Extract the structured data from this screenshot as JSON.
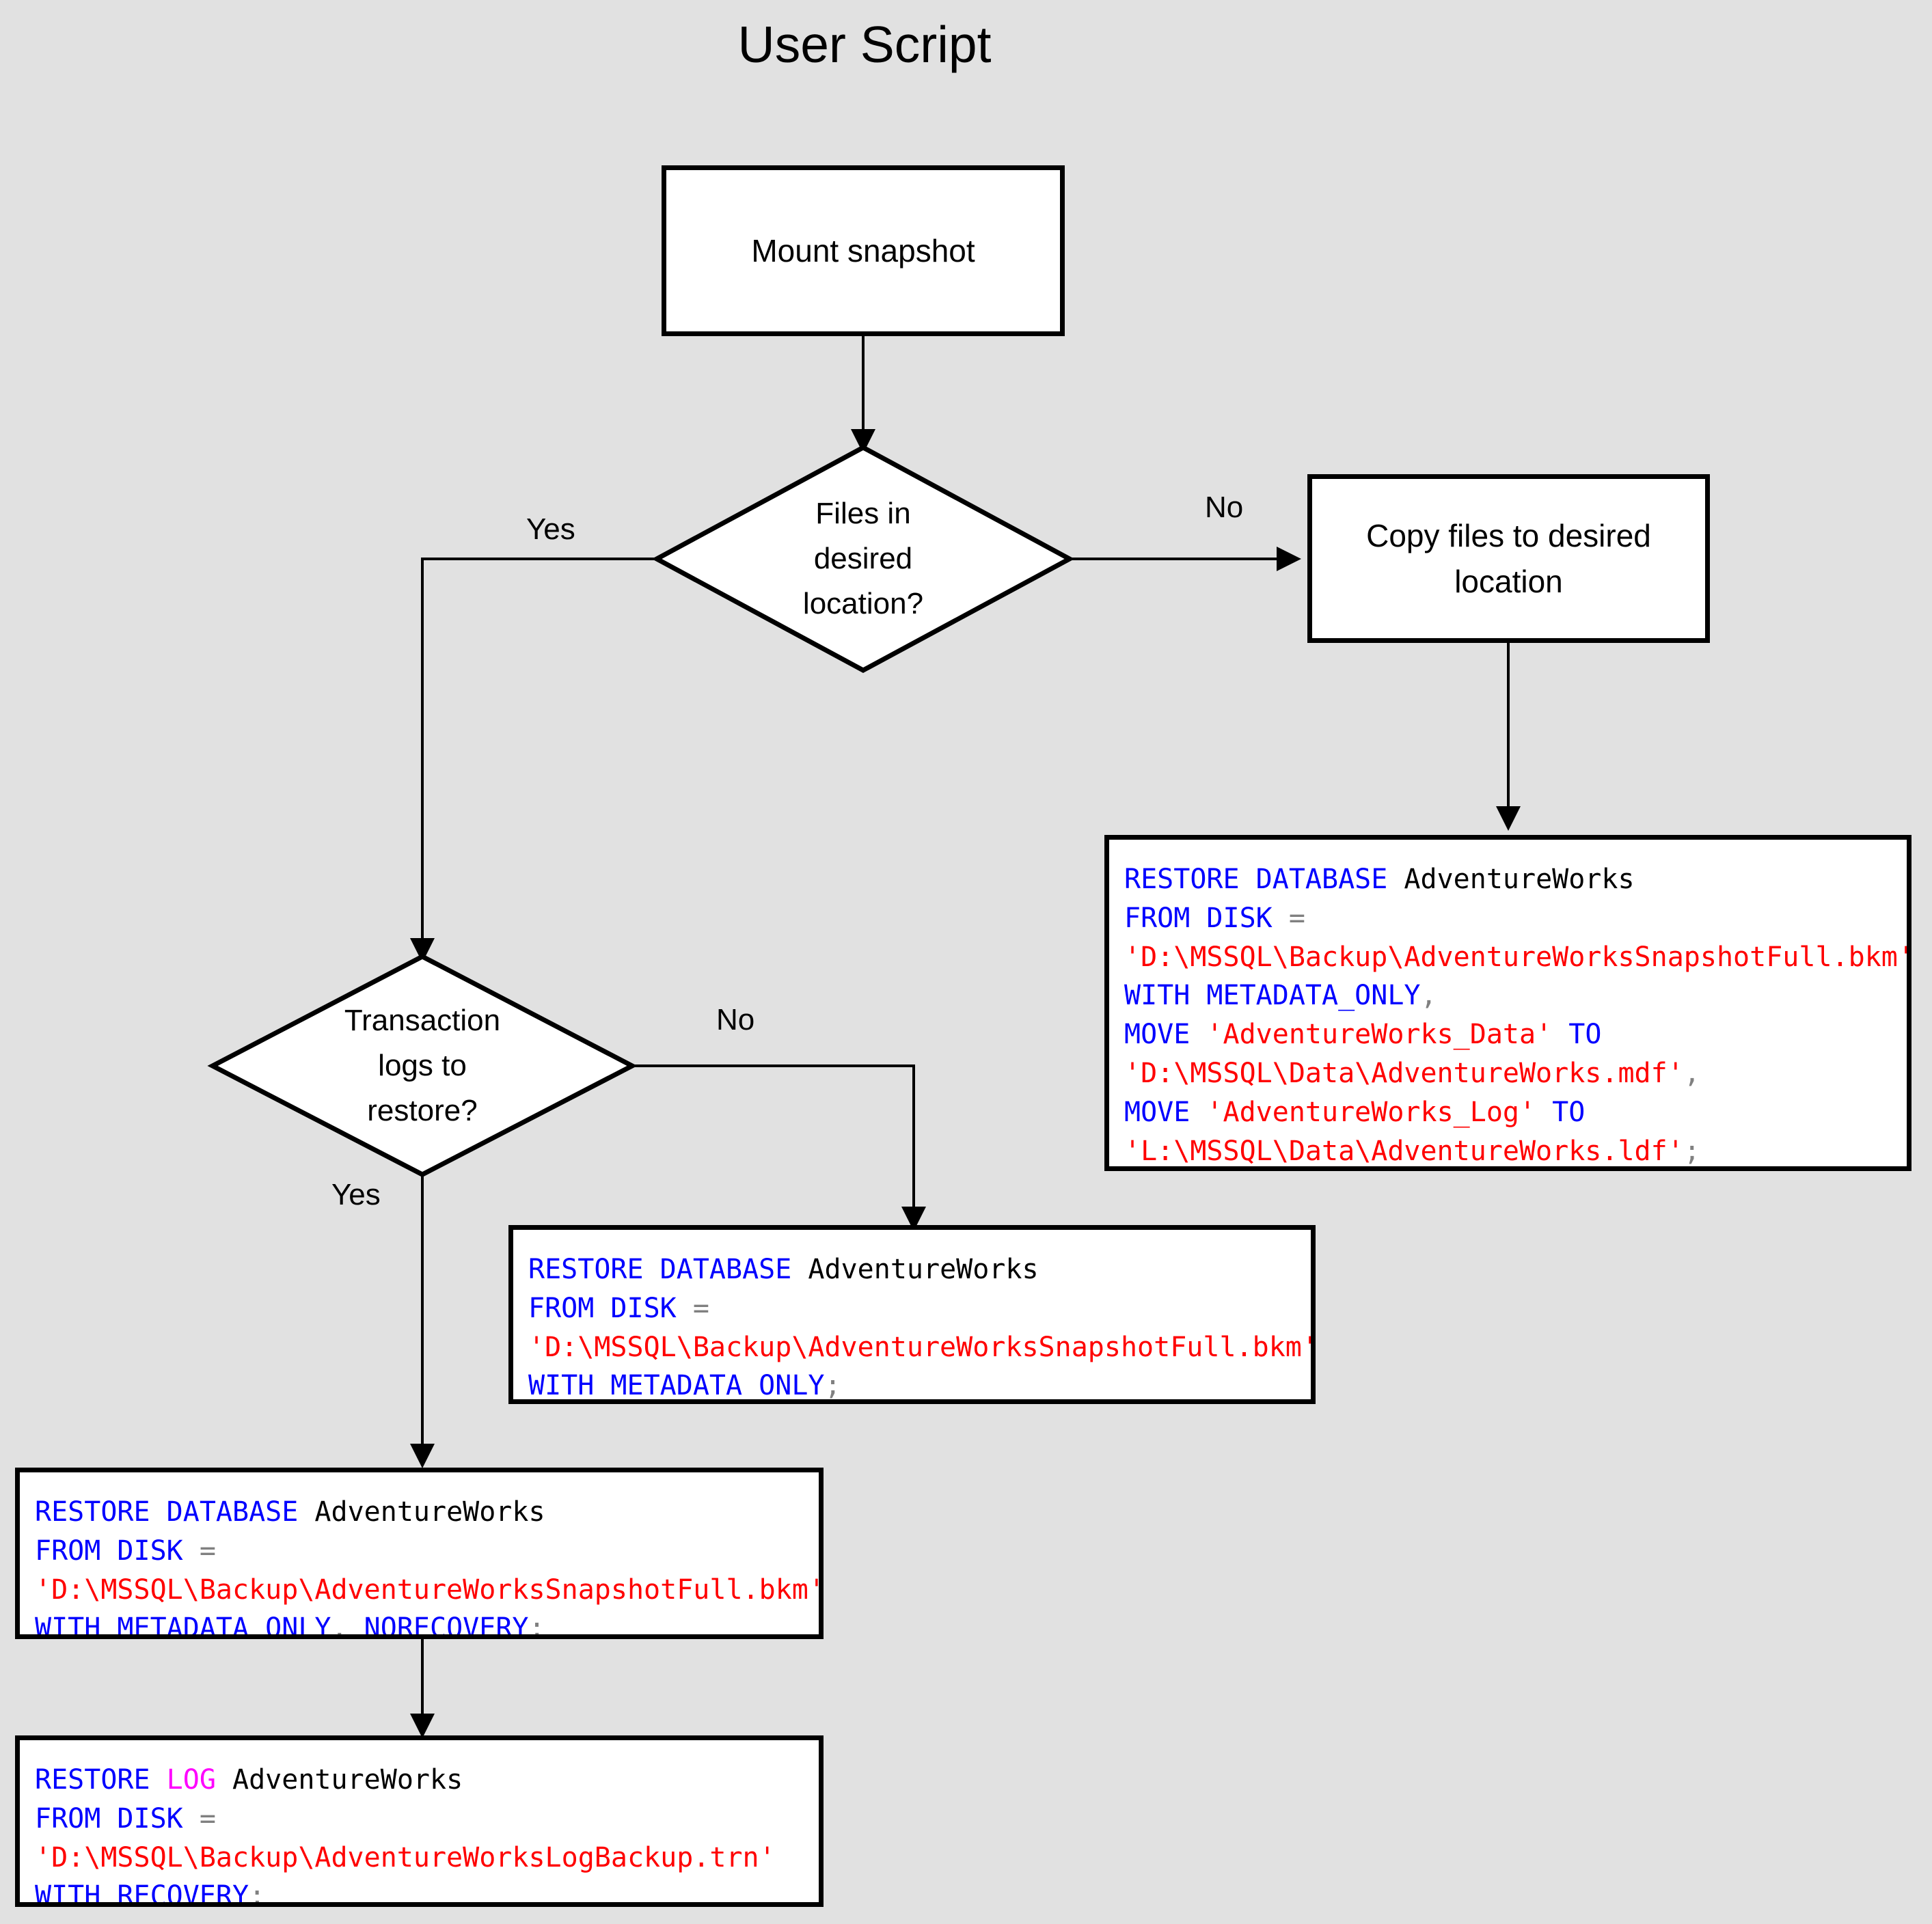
{
  "title": "User Script",
  "nodes": {
    "mount_snapshot": {
      "label": "Mount snapshot"
    },
    "files_in_desired_location": {
      "label": "Files in\ndesired\nlocation?"
    },
    "copy_files": {
      "label": "Copy files to desired\nlocation"
    },
    "transaction_logs": {
      "label": "Transaction\nlogs to\nrestore?"
    }
  },
  "edge_labels": {
    "files_yes": "Yes",
    "files_no": "No",
    "logs_no": "No",
    "logs_yes": "Yes"
  },
  "code_blocks": {
    "restore_with_move": {
      "lines": [
        [
          {
            "t": "RESTORE DATABASE ",
            "c": "kw"
          },
          {
            "t": "AdventureWorks",
            "c": "id"
          }
        ],
        [
          {
            "t": "FROM DISK ",
            "c": "kw"
          },
          {
            "t": "=",
            "c": "pun"
          }
        ],
        [
          {
            "t": "'D:\\MSSQL\\Backup\\AdventureWorksSnapshotFull.bkm'",
            "c": "str"
          }
        ],
        [
          {
            "t": "WITH METADATA_ONLY",
            "c": "kw"
          },
          {
            "t": ",",
            "c": "pun"
          }
        ],
        [
          {
            "t": "MOVE ",
            "c": "kw"
          },
          {
            "t": "'AdventureWorks_Data'",
            "c": "str"
          },
          {
            "t": " TO",
            "c": "kw"
          }
        ],
        [
          {
            "t": "'D:\\MSSQL\\Data\\AdventureWorks.mdf'",
            "c": "str"
          },
          {
            "t": ",",
            "c": "pun"
          }
        ],
        [
          {
            "t": "MOVE ",
            "c": "kw"
          },
          {
            "t": "'AdventureWorks_Log'",
            "c": "str"
          },
          {
            "t": " TO",
            "c": "kw"
          }
        ],
        [
          {
            "t": "'L:\\MSSQL\\Data\\AdventureWorks.ldf'",
            "c": "str"
          },
          {
            "t": ";",
            "c": "pun"
          }
        ]
      ]
    },
    "restore_metadata_only": {
      "lines": [
        [
          {
            "t": "RESTORE DATABASE ",
            "c": "kw"
          },
          {
            "t": "AdventureWorks",
            "c": "id"
          }
        ],
        [
          {
            "t": "FROM DISK ",
            "c": "kw"
          },
          {
            "t": "=",
            "c": "pun"
          }
        ],
        [
          {
            "t": "'D:\\MSSQL\\Backup\\AdventureWorksSnapshotFull.bkm'",
            "c": "str"
          }
        ],
        [
          {
            "t": "WITH METADATA_ONLY",
            "c": "kw"
          },
          {
            "t": ";",
            "c": "pun"
          }
        ]
      ]
    },
    "restore_norecovery": {
      "lines": [
        [
          {
            "t": "RESTORE DATABASE ",
            "c": "kw"
          },
          {
            "t": "AdventureWorks",
            "c": "id"
          }
        ],
        [
          {
            "t": "FROM DISK ",
            "c": "kw"
          },
          {
            "t": "=",
            "c": "pun"
          }
        ],
        [
          {
            "t": "'D:\\MSSQL\\Backup\\AdventureWorksSnapshotFull.bkm'",
            "c": "str"
          }
        ],
        [
          {
            "t": "WITH METADATA_ONLY",
            "c": "kw"
          },
          {
            "t": ",",
            "c": "pun"
          },
          {
            "t": " NORECOVERY",
            "c": "kw"
          },
          {
            "t": ";",
            "c": "pun"
          }
        ]
      ]
    },
    "restore_log": {
      "lines": [
        [
          {
            "t": "RESTORE ",
            "c": "kw"
          },
          {
            "t": "LOG",
            "c": "logkw"
          },
          {
            "t": " ",
            "c": "kw"
          },
          {
            "t": "AdventureWorks",
            "c": "id"
          }
        ],
        [
          {
            "t": "FROM DISK ",
            "c": "kw"
          },
          {
            "t": "=",
            "c": "pun"
          }
        ],
        [
          {
            "t": "'D:\\MSSQL\\Backup\\AdventureWorksLogBackup.trn'",
            "c": "str"
          }
        ],
        [
          {
            "t": "WITH RECOVERY",
            "c": "kw"
          },
          {
            "t": ";",
            "c": "pun"
          }
        ]
      ]
    }
  },
  "colors": {
    "background": "#e1e1e1",
    "node_fill": "#ffffff",
    "stroke": "#000000",
    "keyword": "#0000ff",
    "string": "#ff0000",
    "punctuation": "#808080",
    "log_keyword": "#ff00ff"
  }
}
